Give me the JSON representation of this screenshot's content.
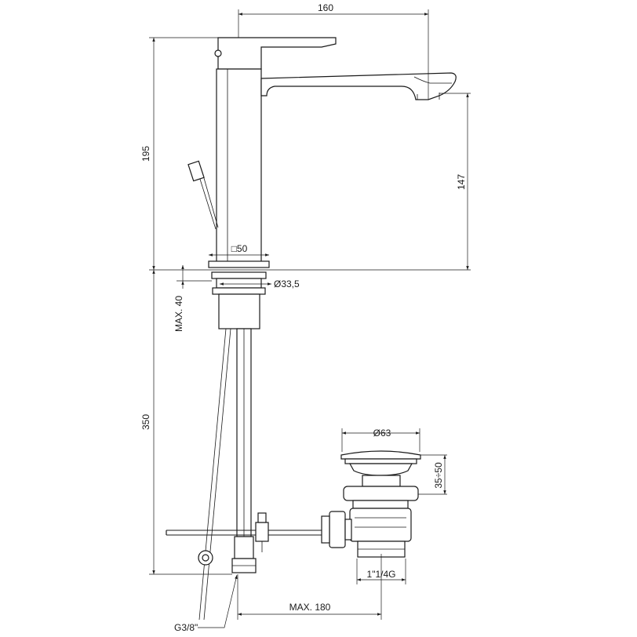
{
  "dimensions": {
    "spout_reach": "160",
    "total_height": "195",
    "spout_height": "147",
    "body_square": "□50",
    "thread_diameter": "Ø33,5",
    "max_counter_thickness": "MAX. 40",
    "hose_length": "350",
    "waste_top_diameter": "Ø63",
    "waste_height_range": "35÷50",
    "waste_thread": "1\"1/4G",
    "connection_thread": "G3/8\"",
    "max_rod_length": "MAX. 180"
  }
}
